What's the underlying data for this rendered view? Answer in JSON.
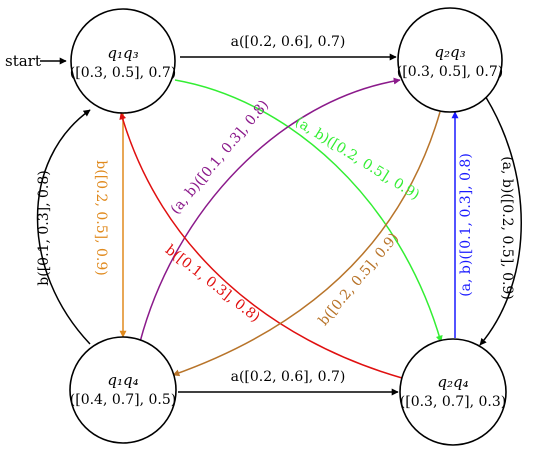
{
  "start_label": "start",
  "nodes": {
    "q1q3": {
      "name": "q₁q₃",
      "value": "([0.3, 0.5], 0.7)"
    },
    "q2q3": {
      "name": "q₂q₃",
      "value": "([0.3, 0.5], 0.7)"
    },
    "q1q4": {
      "name": "q₁q₄",
      "value": "([0.4, 0.7], 0.5)"
    },
    "q2q4": {
      "name": "q₂q₄",
      "value": "([0.3, 0.7], 0.3)"
    }
  },
  "edges": {
    "q1q3_q2q3": {
      "label": "a([0.2, 0.6], 0.7)",
      "color": "#000000"
    },
    "q1q4_q2q4": {
      "label": "a([0.2, 0.6], 0.7)",
      "color": "#000000"
    },
    "q1q4_q1q3": {
      "label": "b([0.1, 0.3], 0.8)",
      "color": "#000000"
    },
    "q1q3_q1q4": {
      "label": "b([0.2, 0.5], 0.9)",
      "color": "#e08a1e"
    },
    "q2q3_q2q4": {
      "label": "(a, b)([0.2, 0.5], 0.9)",
      "color": "#000000"
    },
    "q2q4_q2q3": {
      "label": "(a, b)([0.1, 0.3], 0.8)",
      "color": "#1a1aff"
    },
    "q1q3_q2q4": {
      "label": "(a, b)([0.2, 0.5], 0.9)",
      "color": "#33ee33"
    },
    "q1q4_q2q3": {
      "label": "(a, b)([0.1, 0.3], 0.8)",
      "color": "#8b1a8b"
    },
    "q2q4_q1q3": {
      "label": "b([0.1, 0.3], 0.8)",
      "color": "#e01010"
    },
    "q2q3_q1q4": {
      "label": "b([0.2, 0.5], 0.9)",
      "color": "#b8742a"
    }
  }
}
